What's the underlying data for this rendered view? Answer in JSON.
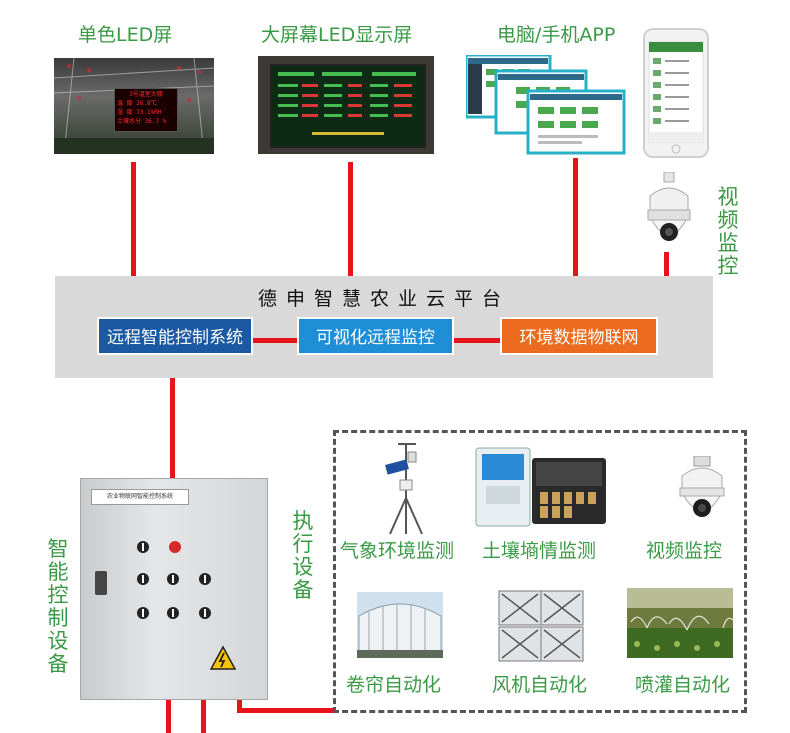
{
  "top_labels": {
    "led_single": "单色LED屏",
    "big_screen": "大屏幕LED显示屏",
    "pc_app": "电脑/手机APP",
    "video_top": "视频监控"
  },
  "led_screen": {
    "title": "3号温室大棚",
    "rows": [
      "温 度 26.8℃",
      "湿 度 73.1%RH",
      "土壤水分 36.7 %"
    ]
  },
  "platform": {
    "title": "德申智慧农业云平台",
    "systems": [
      {
        "label": "远程智能控制系统",
        "color": "#1b5aa3"
      },
      {
        "label": "可视化远程监控",
        "color": "#1e8fd6"
      },
      {
        "label": "环境数据物联网",
        "color": "#ec6b1e"
      }
    ]
  },
  "control_cabinet": {
    "side_label": "智能控制设备",
    "panel_label": "农业物联网智能控制系统"
  },
  "execution": {
    "label": "执行设备",
    "devices": [
      {
        "label": "气象环境监测",
        "icon": "weather-station-icon"
      },
      {
        "label": "土壤墒情监测",
        "icon": "soil-monitor-icon"
      },
      {
        "label": "视频监控",
        "icon": "dome-camera-icon"
      },
      {
        "label": "卷帘自动化",
        "icon": "greenhouse-roll-icon"
      },
      {
        "label": "风机自动化",
        "icon": "exhaust-fan-icon"
      },
      {
        "label": "喷灌自动化",
        "icon": "sprinkler-icon"
      }
    ]
  }
}
